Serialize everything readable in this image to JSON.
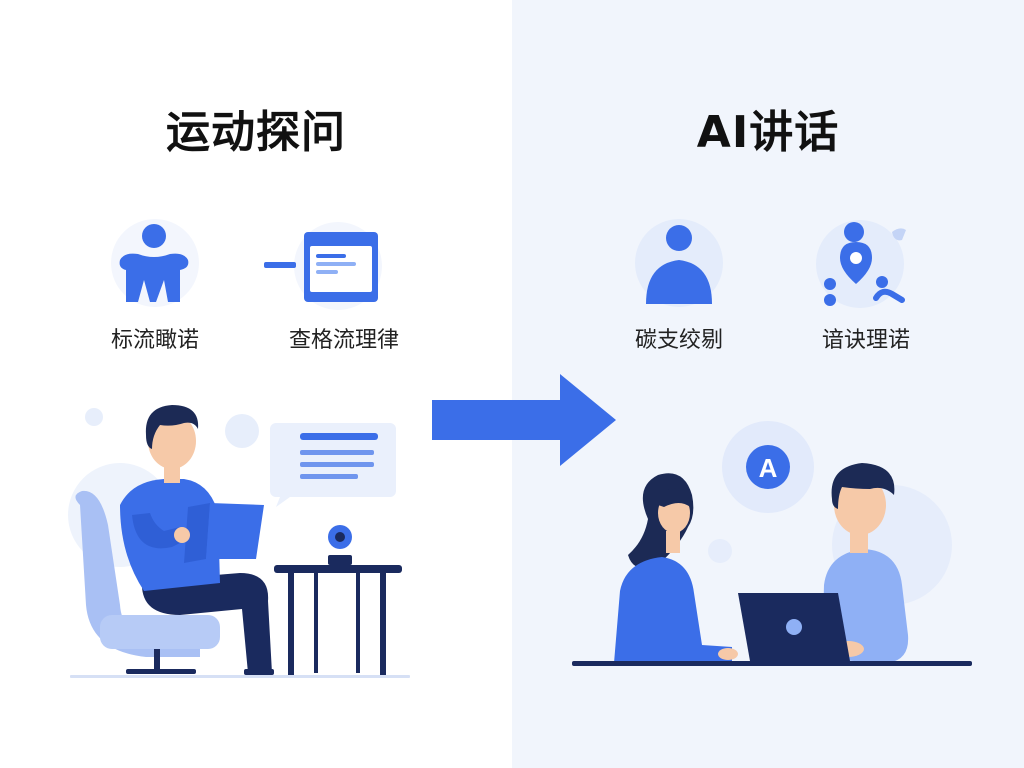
{
  "colors": {
    "primary": "#3b6ee8",
    "primary_light": "#8fb0f5",
    "dark_navy": "#1a2a5e",
    "pale_circle": "#e7eefb",
    "skin": "#f6c9a8",
    "hair": "#1c2a55",
    "right_panel_bg": "#f1f5fc"
  },
  "left": {
    "title": "运动探问",
    "features": [
      {
        "icon": "person-silhouette-icon",
        "label": "标流瞰诺"
      },
      {
        "icon": "browser-window-icon",
        "label": "查格流理律"
      }
    ],
    "scene": "person-reading-in-chair"
  },
  "right": {
    "title": "AI讲话",
    "features": [
      {
        "icon": "person-bust-icon",
        "label": "碳支绞剔"
      },
      {
        "icon": "network-nodes-icon",
        "label": "谙诀理诺"
      }
    ],
    "scene_badge": "A"
  },
  "arrow": {
    "icon": "arrow-right-icon"
  }
}
